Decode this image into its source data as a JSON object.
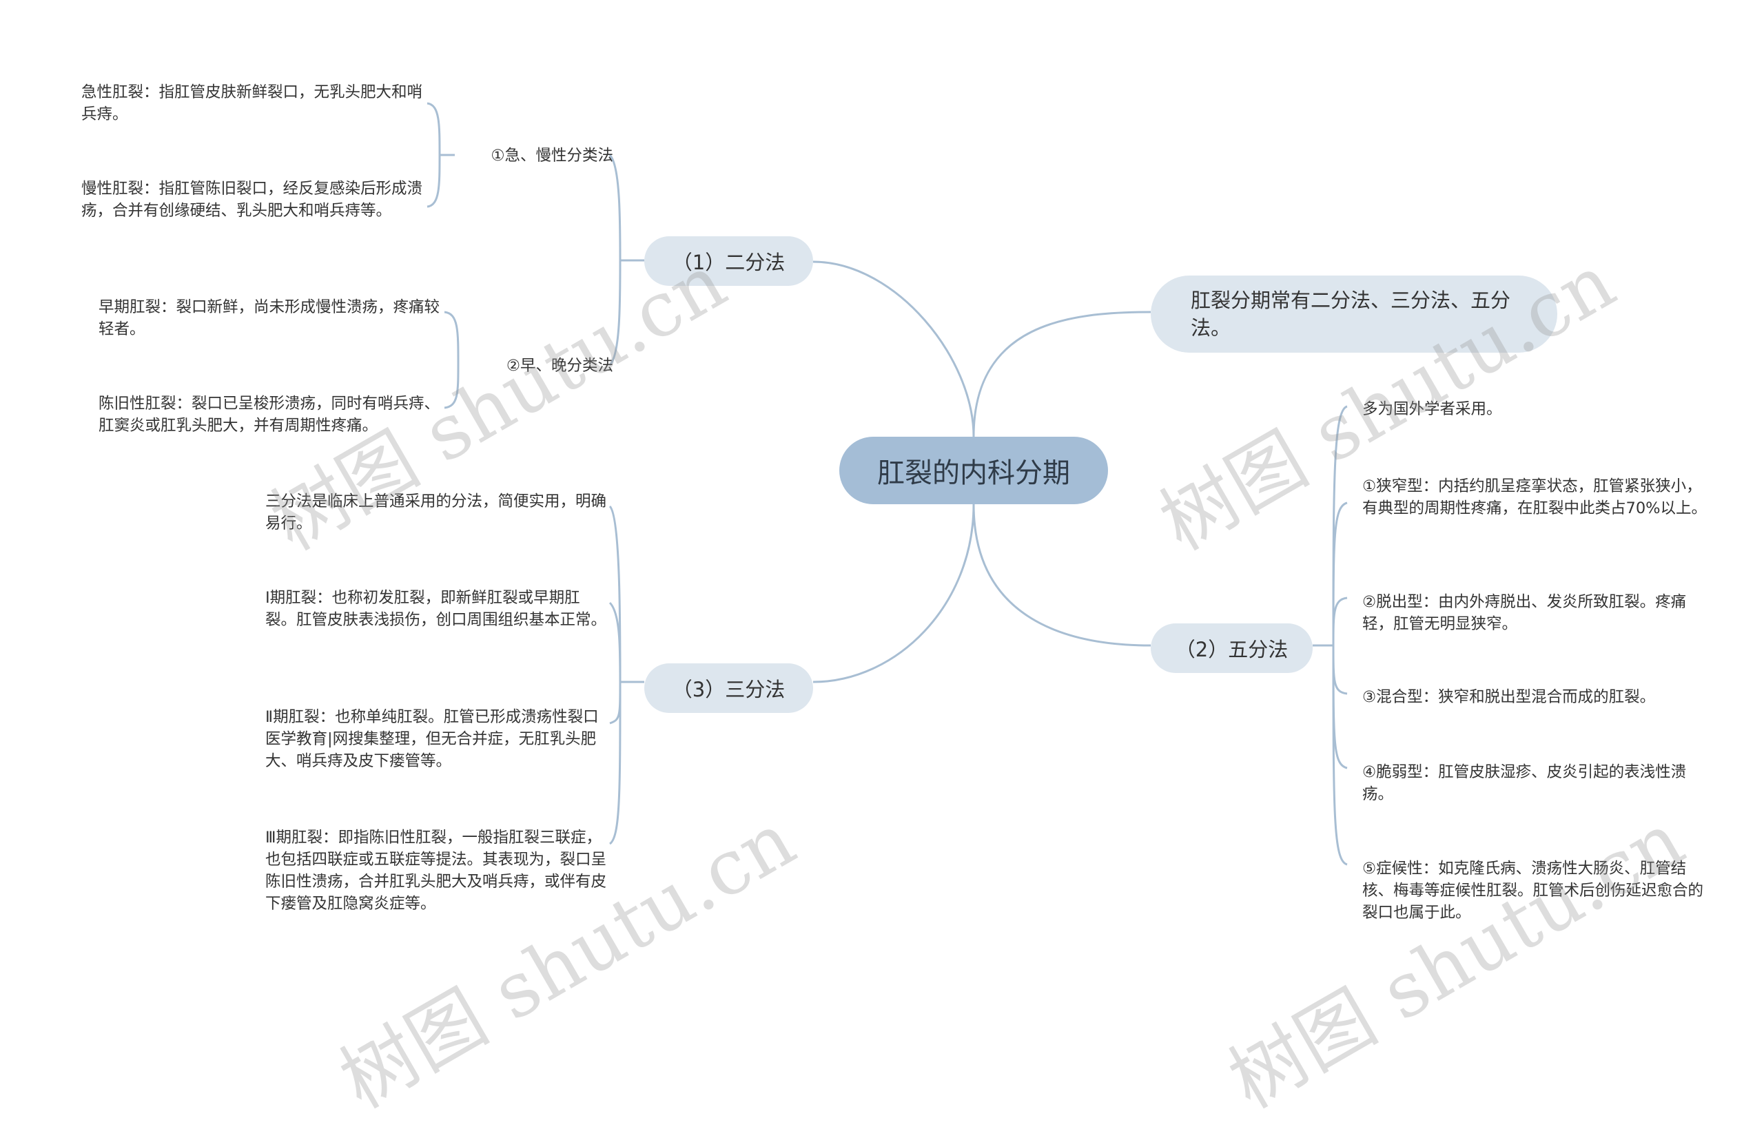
{
  "root": "肛裂的内科分期",
  "right": {
    "summary": "肛裂分期常有二分法、三分法、五分法。",
    "five": {
      "label": "（2）五分法",
      "items": [
        "多为国外学者采用。",
        "①狭窄型：内括约肌呈痉挛状态，肛管紧张狭小，有典型的周期性疼痛，在肛裂中此类占70%以上。",
        "②脱出型：由内外痔脱出、发炎所致肛裂。疼痛轻，肛管无明显狭窄。",
        "③混合型：狭窄和脱出型混合而成的肛裂。",
        "④脆弱型：肛管皮肤湿疹、皮炎引起的表浅性溃疡。",
        "⑤症候性：如克隆氏病、溃疡性大肠炎、肛管结核、梅毒等症候性肛裂。肛管术后创伤延迟愈合的裂口也属于此。"
      ]
    }
  },
  "left": {
    "two": {
      "label": "（1）二分法",
      "sub1": {
        "label": "①急、慢性分类法",
        "items": [
          "急性肛裂：指肛管皮肤新鲜裂口，无乳头肥大和哨兵痔。",
          "慢性肛裂：指肛管陈旧裂口，经反复感染后形成溃疡，合并有创缘硬结、乳头肥大和哨兵痔等。"
        ]
      },
      "sub2": {
        "label": "②早、晚分类法",
        "items": [
          "早期肛裂：裂口新鲜，尚未形成慢性溃疡，疼痛较轻者。",
          "陈旧性肛裂：裂口已呈梭形溃疡，同时有哨兵痔、肛窦炎或肛乳头肥大，并有周期性疼痛。"
        ]
      }
    },
    "three": {
      "label": "（3）三分法",
      "items": [
        "三分法是临床上普通采用的分法，简便实用，明确易行。",
        "Ⅰ期肛裂：也称初发肛裂，即新鲜肛裂或早期肛裂。肛管皮肤表浅损伤，创口周围组织基本正常。",
        "Ⅱ期肛裂：也称单纯肛裂。肛管已形成溃疡性裂口医学教育|网搜集整理，但无合并症，无肛乳头肥大、哨兵痔及皮下瘘管等。",
        "Ⅲ期肛裂：即指陈旧性肛裂，一般指肛裂三联症，也包括四联症或五联症等提法。其表现为，裂口呈陈旧性溃疡，合并肛乳头肥大及哨兵痔，或伴有皮下瘘管及肛隐窝炎症等。"
      ]
    }
  },
  "watermark": "树图 shutu.cn",
  "colors": {
    "line": "#a8bed3",
    "root_bg": "#a4bdd6",
    "pill_bg": "#dde6ee"
  }
}
